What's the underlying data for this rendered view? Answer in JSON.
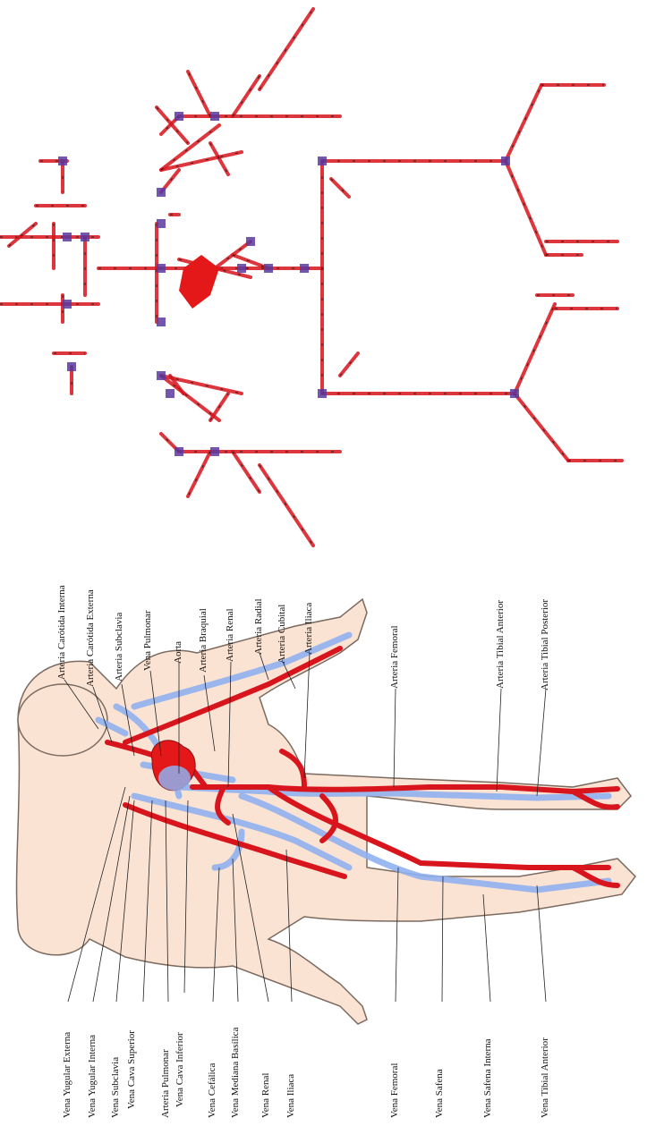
{
  "colors": {
    "artery": "#d8141c",
    "vein": "#8fb0f0",
    "skin": "#fbe3d4",
    "skin_outline": "#7a6a60",
    "node": "#5a3aa0",
    "heart": "#e41818"
  },
  "labels_top": [
    "Arteria Carótida Interna",
    "Arteria Carótida Externa",
    "Arteria Subclavia",
    "Vena Pulmonar",
    "Aorta",
    "Arteria Braquial",
    "Arteria Renal",
    "Arteria Radial",
    "Arteria Cubital",
    "Arteria Iliaca",
    "Arteria Femoral",
    "Arteria Tibial Anterior",
    "Arteria Tibial Posterior"
  ],
  "labels_bottom": [
    "Vena Yugular Externa",
    "Vena Yugular Interna",
    "Vena Subclavia",
    "Vena Cava Superior",
    "Arteria Pulmonar",
    "Vena Cava Inferior",
    "Vena Cefálica",
    "Vena Mediana Basílica",
    "Vena Renal",
    "Vena Iliaca",
    "Vena Femoral",
    "Vena Safena",
    "Vena Safena Interna",
    "Vena Tibial Anterior"
  ]
}
